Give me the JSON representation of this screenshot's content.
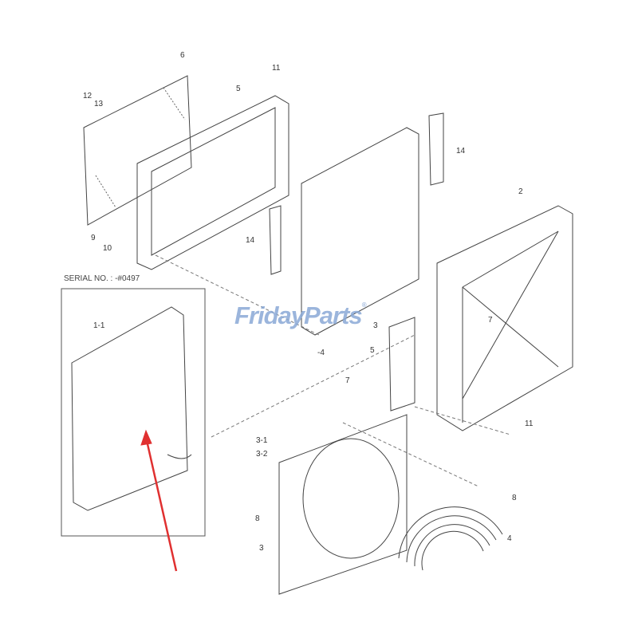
{
  "serial_note": "SERIAL NO. : -#0497",
  "watermark": {
    "text": "FridayParts",
    "registered": "®",
    "colors": {
      "text": "#8aa9d6",
      "accent": "#e8a04a"
    }
  },
  "arrow_color": "#e03030",
  "callouts": [
    "6",
    "11",
    "5",
    "12",
    "13",
    "14",
    "2",
    "9",
    "10",
    "14",
    "1-1",
    "3",
    "-4",
    "5",
    "7",
    "7",
    "11",
    "3-1",
    "3-2",
    "8",
    "8",
    "3",
    "4"
  ]
}
